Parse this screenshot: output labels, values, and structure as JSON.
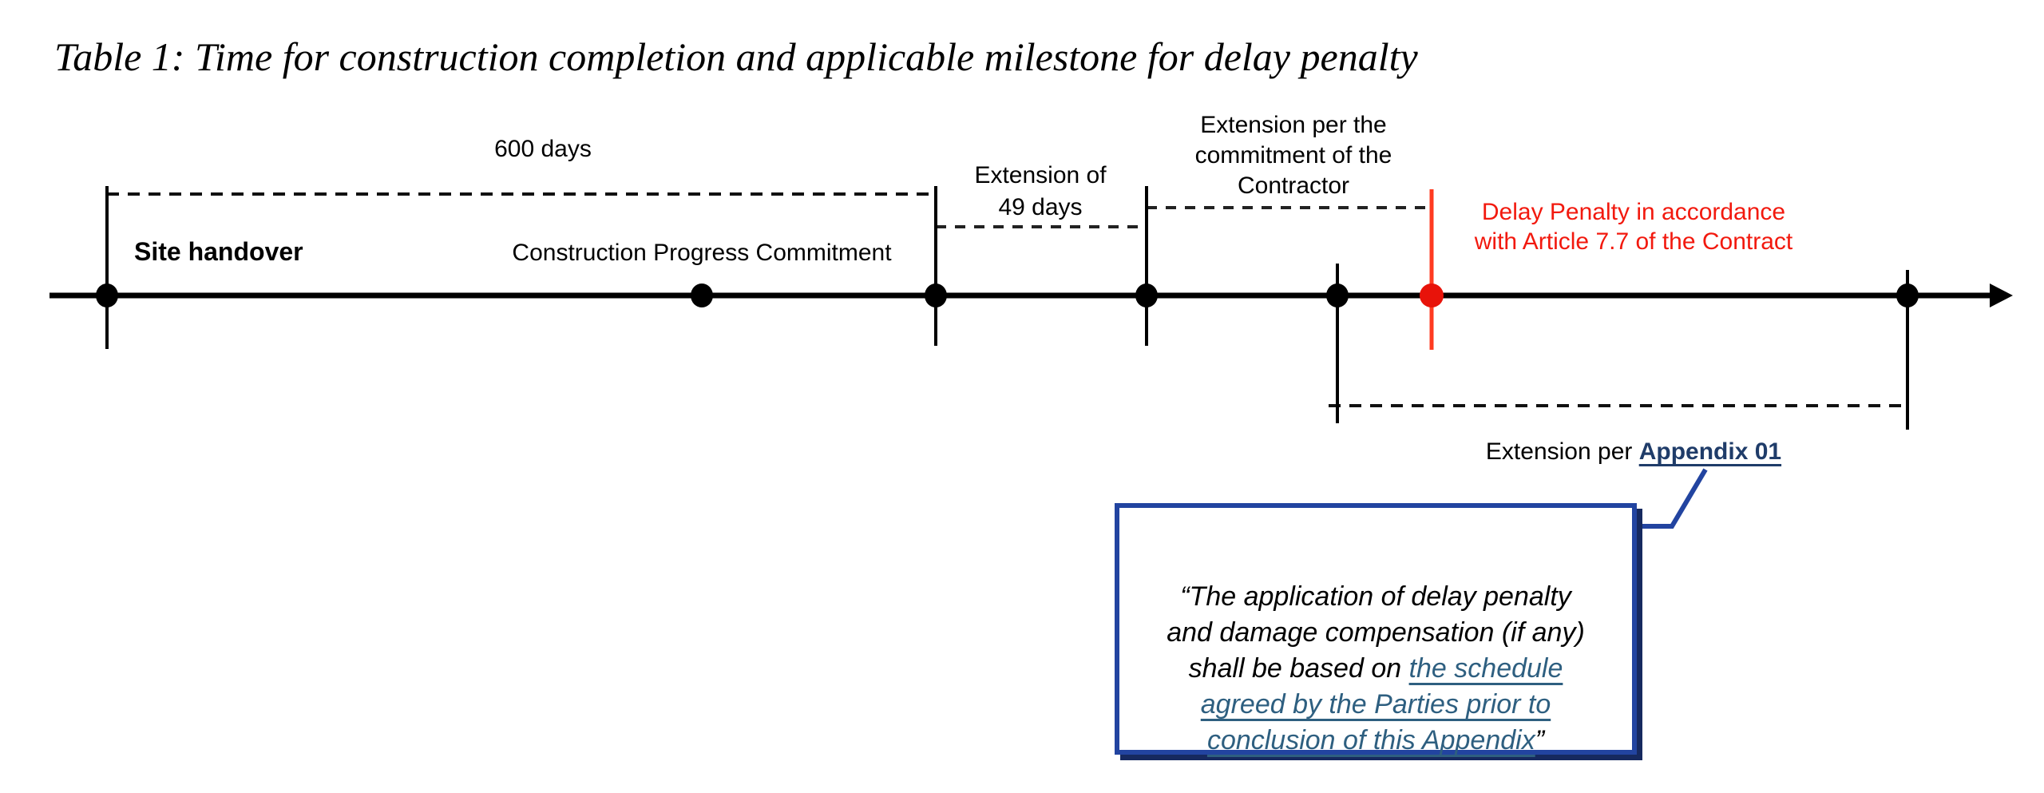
{
  "title": "Table 1: Time for construction completion and applicable milestone for delay penalty",
  "colors": {
    "line_black": "#000000",
    "penalty_red_text": "#F2190E",
    "penalty_red_tick": "#FF3B20",
    "penalty_red_dot": "#E8130A",
    "appendix_link_navy": "#1F3C69",
    "box_border_blue": "#2244A0",
    "box_shadow_navy": "#16295F",
    "schedule_link_blue": "#2E5F80"
  },
  "timeline": {
    "milestones": {
      "site_handover": "Site handover",
      "construction_progress": "Construction Progress Commitment"
    },
    "brackets": {
      "days_600": "600 days",
      "extension_49": "Extension of\n49 days",
      "extension_contractor": "Extension per the\ncommitment of the\nContractor",
      "extension_appendix_prefix": "Extension per ",
      "extension_appendix_link": "Appendix 01"
    },
    "delay_penalty_note": "Delay Penalty in accordance\nwith Article 7.7 of the Contract"
  },
  "quote_box": {
    "prefix": "“The application of delay penalty\nand damage compensation (if any)\nshall be based on ",
    "underlined": "the schedule\nagreed by the Parties prior to\nconclusion of this Appendix",
    "suffix": "”"
  }
}
